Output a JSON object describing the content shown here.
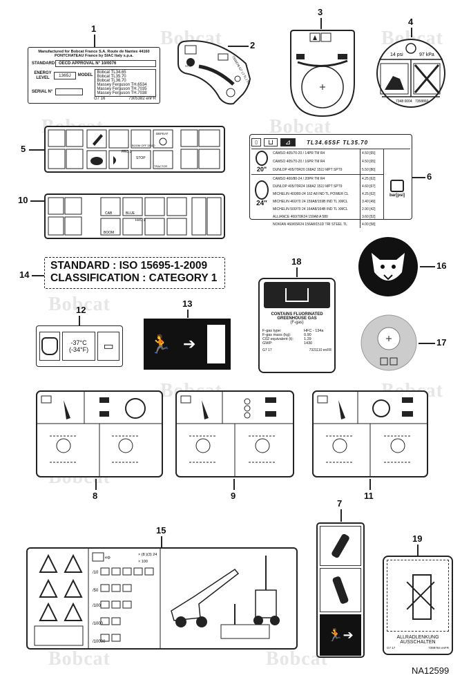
{
  "watermark": "Bobcat",
  "figure_code": "NA12599",
  "callouts": [
    "1",
    "2",
    "3",
    "4",
    "5",
    "6",
    "7",
    "8",
    "9",
    "10",
    "11",
    "12",
    "13",
    "14",
    "15",
    "16",
    "17",
    "18",
    "19"
  ],
  "label1": {
    "line1": "Manufactured for Bobcat France S.A. Route de Nantes 44160",
    "line2": "PONTCHATEAU France by SIAC Italy s.p.a.",
    "standard_label": "STANDARD",
    "standard_value": "OECD APPROVAL N° 10/0076",
    "energy_label": "ENERGY",
    "level_label": "LEVEL",
    "energy_value": "1365J",
    "model_label": "MODEL",
    "serial_label": "SERIAL N°",
    "models": [
      "Bobcat TL34.65",
      "Bobcat TL35.70",
      "Bobcat TL36.70",
      "Massey Ferguson TH.6534",
      "Massey Ferguson TH.7035",
      "Massey Ferguson TH.7038"
    ],
    "code_left": "G7 16",
    "code_right": "7305382 enFR"
  },
  "label2": {
    "code": "7326678 G7 17 TL / TH",
    "stop": "STOP"
  },
  "label4": {
    "left": "14 psi",
    "right": "97 kPa",
    "code_left": "7348 0004",
    "code_right": "7358860"
  },
  "label5": {
    "frc": "FRC 2",
    "boom": "BOOM OFF DEAD",
    "defeat": "DEFEAT",
    "stop": "STOP",
    "tractor": "TRACTOR"
  },
  "label6": {
    "title": "TL34.65SF  TL35.70",
    "size20": "20\"",
    "size24": "24\"",
    "unit": "bar[psi]",
    "rows20": [
      {
        "tire": "CAMSO 405/70-20 / 14PR TM R4",
        "p": "4.50 [65]"
      },
      {
        "tire": "CAMSO 405/70-20 / 16PR TM R4",
        "p": "4.50 [65]"
      },
      {
        "tire": "DUNLOP 405/70R20 168A2 152J MPT SPT9",
        "p": "5.50 [80]"
      }
    ],
    "rows24": [
      {
        "tire": "CAMSO 400/80-24 / 20PR TM R4",
        "p": "4.25 [62]"
      },
      {
        "tire": "DUNLOP 405/70R24 168A2 152J MPT SPT9",
        "p": "4.60 [67]"
      },
      {
        "tire": "MICHELIN 400/80-24 162  A8 IND TL POWER CL",
        "p": "4.25 [62]"
      },
      {
        "tire": "MICHELIN 460/70 24 159A8/159B IND TL XMCL",
        "p": "3.40 [49]"
      },
      {
        "tire": "MICHELIN 500/70 24 164A8/164B IND TL XMCL",
        "p": "2.90 [42]"
      },
      {
        "tire": "ALLIANCE 460/70R24 159A8 A 580",
        "p": "3.60 [52]"
      },
      {
        "tire": "NOKIAN 460/65R24 156A8/151D TRI STEEL TL",
        "p": "4.00 [58]"
      }
    ]
  },
  "label10": {
    "cab": "CAB",
    "blue": "BLUE",
    "frc": "FRC 1",
    "boom": "BOOM"
  },
  "label12": {
    "temp_c": "-37°C",
    "temp_f": "(-34°F)"
  },
  "label14": {
    "line1": "STANDARD : ISO 15695-1-2009",
    "line2": "CLASSIFICATION : CATEGORY 1"
  },
  "label15": {
    "multiplier": "× (8 )(3) 24",
    "x100": "× 100",
    "codes": [
      "/10",
      "/50",
      "/100",
      "/1000",
      "/10000"
    ]
  },
  "label18": {
    "title": "CONTAINS FLUORINATED",
    "title2": "GREENHOUSE GAS",
    "title3": "(F-gas)",
    "rows": [
      {
        "k": "F-gas type:",
        "v": "HFC - 134a"
      },
      {
        "k": "F-gas mass (kg):",
        "v": "0.90"
      },
      {
        "k": "C02 equivalent (t):",
        "v": "1.29"
      },
      {
        "k": "GWP:",
        "v": "1430"
      }
    ],
    "code_left": "G7 17",
    "code_right": "7321110 enFR"
  },
  "label19": {
    "text1": "ALLRADLENKUNG",
    "text2": "AUSSCHALTEN",
    "code_left": "G7 17",
    "code_right": "7399764 enFR"
  },
  "colors": {
    "ink": "#111111",
    "gray_disc": "#cccccc",
    "watermark": "#e6e6e6"
  }
}
